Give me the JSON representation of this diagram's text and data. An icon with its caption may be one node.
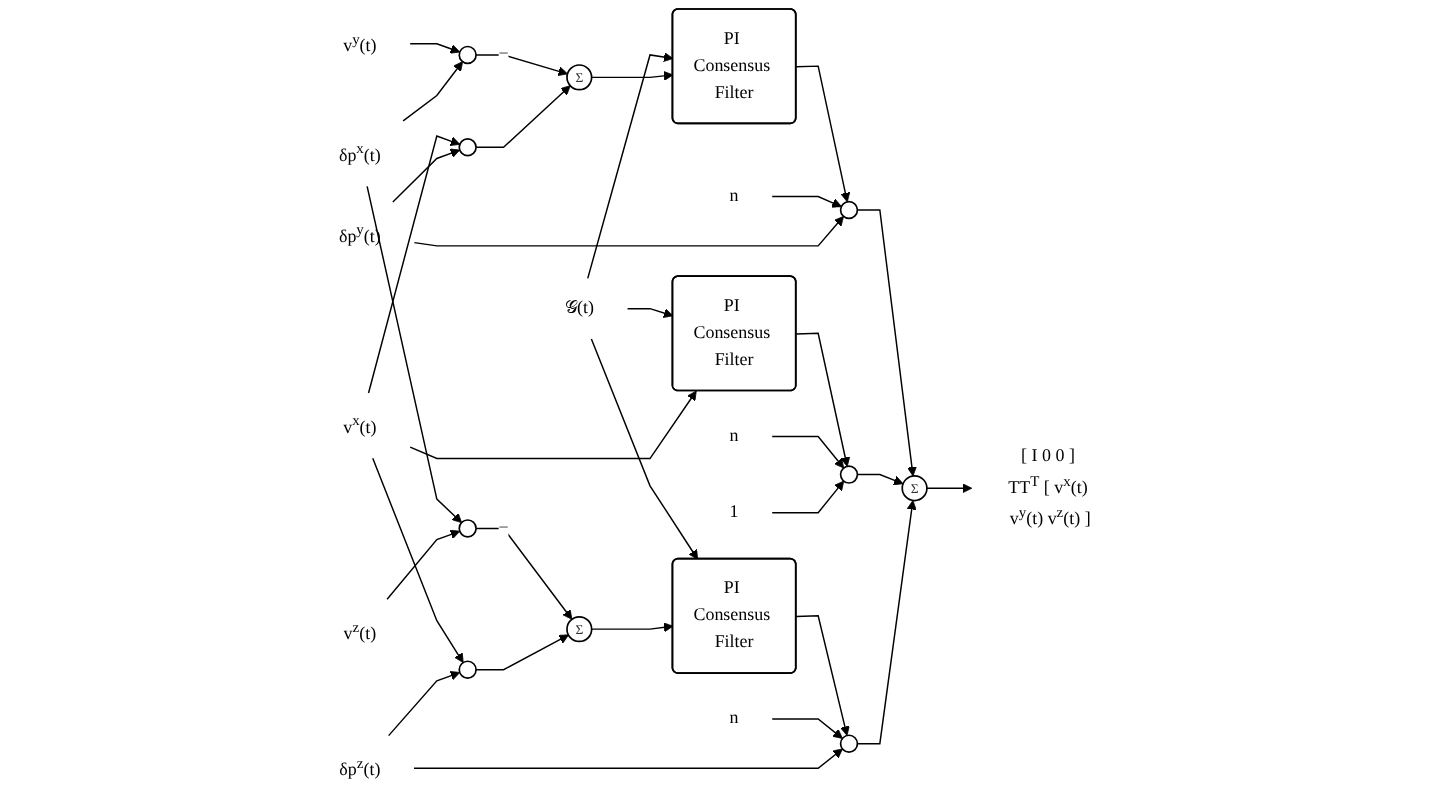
{
  "diagram": {
    "nodes": [
      {
        "text": [
          "𝒢(t)"
        ]
      },
      {
        "text": [
          "v$^{y}$(t)"
        ]
      },
      {
        "text": [
          "δp$^{x}$(t)"
        ]
      },
      {
        "text": [
          "v$^{x}$(t)"
        ]
      },
      {
        "text": [
          "δp$^{y}$(t)"
        ]
      },
      {
        "text": [
          "v$^{z}$(t)"
        ]
      },
      {
        "text": [
          "δp$^{z}$(t)"
        ]
      },
      {
        "text": [],
        "shape": "circle"
      },
      {
        "text": [],
        "shape": "circle"
      },
      {
        "text": [
          "Σ"
        ]
      },
      {
        "text": [],
        "shape": "circle"
      },
      {
        "text": [],
        "shape": "circle"
      },
      {
        "text": [
          "Σ"
        ]
      },
      {
        "text": [
          "PI Consensus Filter"
        ]
      },
      {
        "text": [
          "PI Consensus Filter"
        ]
      },
      {
        "text": [
          "PI Consensus Filter"
        ]
      },
      {
        "text": [
          "n"
        ]
      },
      {
        "text": [
          "n"
        ]
      },
      {
        "text": [
          "1"
        ]
      },
      {
        "text": [
          "n"
        ]
      },
      {
        "text": [],
        "shape": "circle"
      },
      {
        "text": [],
        "shape": "circle"
      },
      {
        "text": [],
        "shape": "circle"
      },
      {
        "text": [
          "Σ"
        ]
      },
      {
        "text": [
          "[ I 0 0 ] TT$^{T}$ [ v$^{x}$(t) v$^{y}$(t) v$^{z}$(t) ]"
        ]
      }
    ],
    "edges": [
      {
        "from": 1,
        "to": 7,
        "arrow": "to"
      },
      {
        "from": 2,
        "to": 7,
        "arrow": "to"
      },
      {
        "from": 3,
        "to": 8,
        "arrow": "to"
      },
      {
        "from": 4,
        "to": 8,
        "arrow": "to"
      },
      {
        "from": 7,
        "to": 9,
        "arrow": "to",
        "label": "−"
      },
      {
        "from": 8,
        "to": 9,
        "arrow": "to"
      },
      {
        "from": 0,
        "to": 13,
        "arrow": "to"
      },
      {
        "from": 0,
        "to": 14,
        "arrow": "to"
      },
      {
        "from": 0,
        "to": 15,
        "arrow": "to"
      },
      {
        "from": 9,
        "to": 13,
        "arrow": "to"
      },
      {
        "from": 3,
        "to": 14,
        "arrow": "to"
      },
      {
        "from": 2,
        "to": 10,
        "arrow": "to"
      },
      {
        "from": 5,
        "to": 10,
        "arrow": "to"
      },
      {
        "from": 3,
        "to": 11,
        "arrow": "to"
      },
      {
        "from": 6,
        "to": 11,
        "arrow": "to"
      },
      {
        "from": 10,
        "to": 12,
        "arrow": "to",
        "label": "−"
      },
      {
        "from": 11,
        "to": 12,
        "arrow": "to"
      },
      {
        "from": 12,
        "to": 15,
        "arrow": "to"
      },
      {
        "from": 13,
        "to": 20,
        "arrow": "to"
      },
      {
        "from": 16,
        "to": 20,
        "arrow": "to"
      },
      {
        "from": 4,
        "to": 20,
        "arrow": "to"
      },
      {
        "from": 14,
        "to": 21,
        "arrow": "to"
      },
      {
        "from": 17,
        "to": 21,
        "arrow": "to"
      },
      {
        "from": 18,
        "to": 21,
        "arrow": "to"
      },
      {
        "from": 15,
        "to": 22,
        "arrow": "to"
      },
      {
        "from": 19,
        "to": 22,
        "arrow": "to"
      },
      {
        "from": 6,
        "to": 22,
        "arrow": "to"
      },
      {
        "from": 20,
        "to": 23,
        "arrow": "to"
      },
      {
        "from": 21,
        "to": 23,
        "arrow": "to"
      },
      {
        "from": 22,
        "to": 23,
        "arrow": "to"
      },
      {
        "from": 23,
        "to": 24,
        "arrow": "to"
      }
    ]
  }
}
